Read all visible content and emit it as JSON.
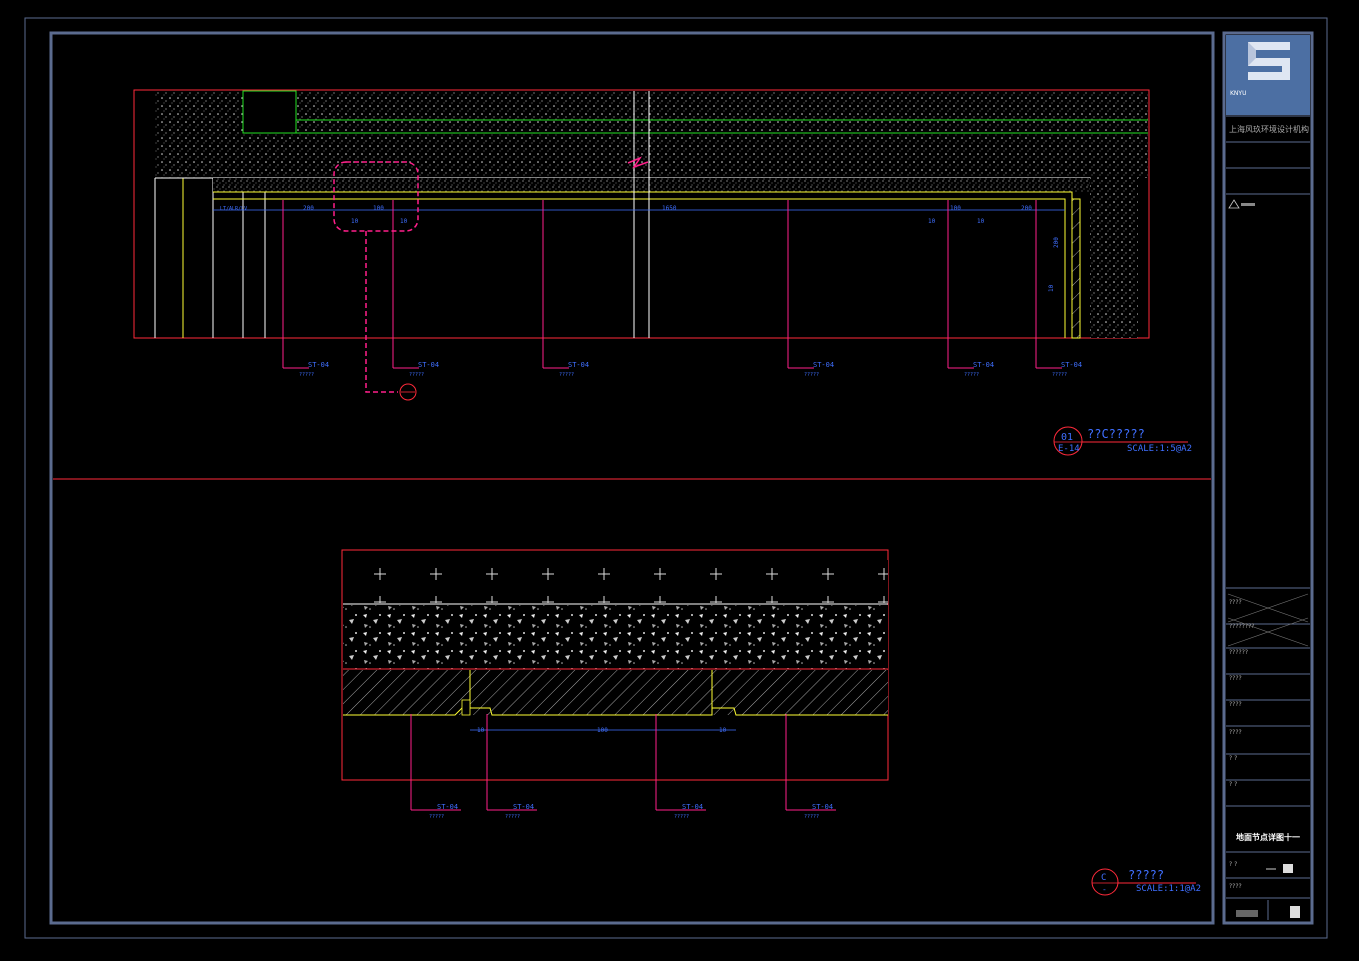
{
  "drawing": {
    "detail_top": {
      "badge_number": "01",
      "badge_sheet": "E-14",
      "title": "??C?????",
      "scale": "SCALE:1:5@A2",
      "dims": [
        "10",
        "100",
        "10",
        "1650",
        "10",
        "100",
        "10",
        "200",
        "200",
        "200",
        "10"
      ],
      "callouts": [
        {
          "code": "ST-04",
          "sub": "?????"
        },
        {
          "code": "ST-04",
          "sub": "?????"
        },
        {
          "code": "ST-04",
          "sub": "?????"
        },
        {
          "code": "ST-04",
          "sub": "?????"
        },
        {
          "code": "ST-04",
          "sub": "?????"
        },
        {
          "code": "ST-04",
          "sub": "?????"
        }
      ],
      "left_label": "LT/ALR/LV"
    },
    "detail_bottom": {
      "badge_number": "C",
      "badge_sheet": "-",
      "title": "?????",
      "scale": "SCALE:1:1@A2",
      "dims": [
        "10",
        "100",
        "10"
      ],
      "callouts": [
        {
          "code": "ST-04",
          "sub": "?????"
        },
        {
          "code": "ST-04",
          "sub": "?????"
        },
        {
          "code": "ST-04",
          "sub": "?????"
        },
        {
          "code": "ST-04",
          "sub": "?????"
        }
      ]
    }
  },
  "titleblock": {
    "logo_text": "KNYU",
    "company": "上海风玖环境设计机构",
    "rows": [
      "????",
      "????????",
      "??????",
      "????",
      "????",
      "????",
      "?  ?",
      "?  ?"
    ],
    "drawing_name": "地面节点详图十一",
    "sheet_no": "?  ?",
    "footer": "????"
  },
  "colors": {
    "red": "#ff2a3a",
    "magenta": "#ff1f8a",
    "blue": "#3f6fff",
    "yellow": "#ffff33",
    "green": "#22e022",
    "white": "#ffffff",
    "frame": "#5b6b8f"
  }
}
